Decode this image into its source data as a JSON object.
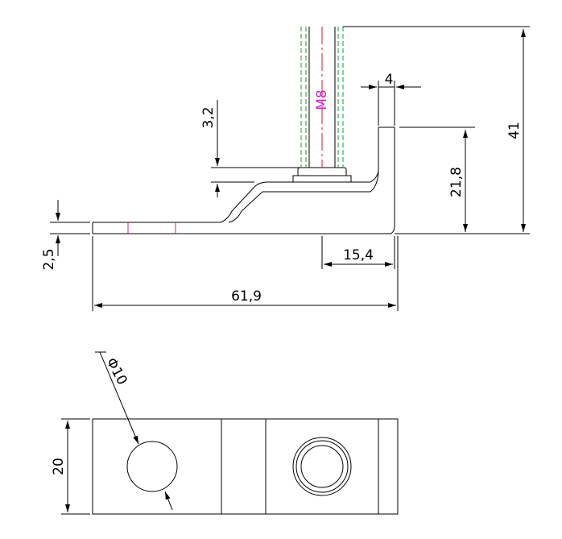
{
  "dimensions": {
    "height_total": "41",
    "height_bend": "21,8",
    "top_thickness": "4",
    "step": "3,2",
    "base_thickness": "2,5",
    "bend_offset": "15,4",
    "overall_length": "61,9",
    "hole_diameter": "Φ10",
    "width": "20"
  },
  "thread_label": "M8",
  "colors": {
    "line": "#000000",
    "thread_centerline": "#d81b2a",
    "thread_hidden": "#1a9a3a",
    "thread_label": "#d81bd8",
    "marks": "#c8238f"
  }
}
